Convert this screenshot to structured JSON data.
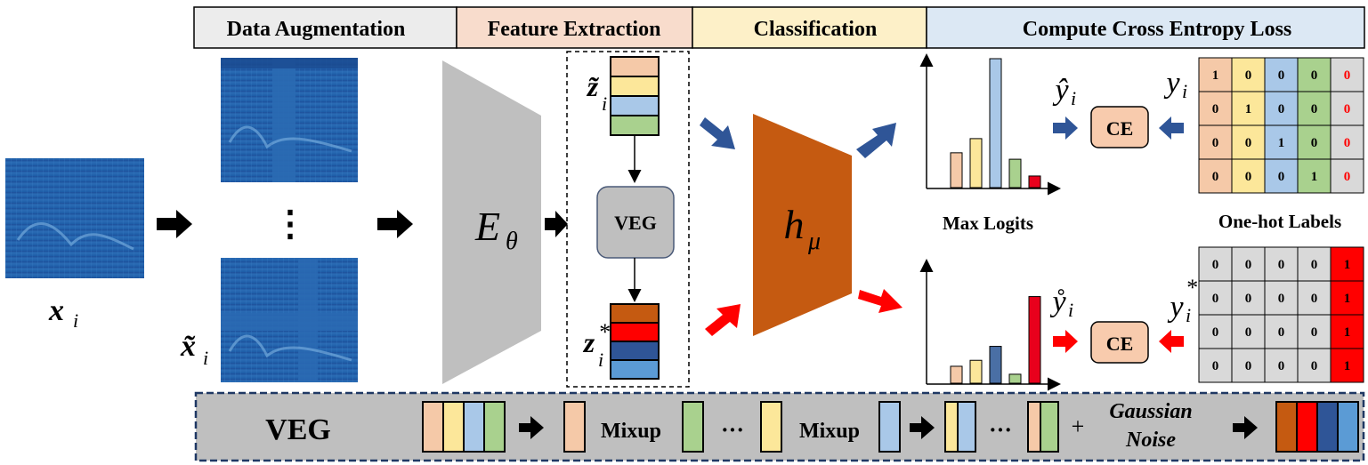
{
  "header": {
    "sections": [
      {
        "label": "Data Augmentation",
        "color": "#ececec"
      },
      {
        "label": "Feature Extraction",
        "color": "#f8dccc"
      },
      {
        "label": "Classification",
        "color": "#fdf0c8"
      },
      {
        "label": "Compute Cross Entropy  Loss",
        "color": "#dce8f4"
      }
    ]
  },
  "input": {
    "label": "x",
    "subscript": "i"
  },
  "augmented": {
    "label": "x̃",
    "subscript": "i",
    "ellipsis": "⋮"
  },
  "encoder": {
    "label": "E",
    "subscript": "θ"
  },
  "features": {
    "clean": {
      "label": "z̃",
      "subscript": "i"
    },
    "virtual": {
      "label": "z",
      "subscript": "i",
      "superscript": "*"
    },
    "veg_label": "VEG"
  },
  "classifier": {
    "label": "h",
    "subscript": "μ"
  },
  "top_branch": {
    "logits_caption": "Max Logits",
    "pred": {
      "label": "ŷ",
      "subscript": "i"
    },
    "target": {
      "label": "y",
      "subscript": "i"
    },
    "ce_label": "CE",
    "bar_values": [
      0.27,
      0.38,
      1.0,
      0.22,
      0.09
    ],
    "bar_colors": [
      "#f5c9a8",
      "#fce79a",
      "#a9c8e8",
      "#a9d18e",
      "#e8001c"
    ]
  },
  "bottom_branch": {
    "pred": {
      "label": "ẙ",
      "subscript": "i"
    },
    "target": {
      "label": "y",
      "subscript": "i",
      "superscript": "*"
    },
    "ce_label": "CE",
    "bar_values": [
      0.17,
      0.23,
      0.37,
      0.09,
      0.87
    ],
    "bar_colors": [
      "#f5c9a8",
      "#fce79a",
      "#4a6fa5",
      "#a9d18e",
      "#e8001c"
    ]
  },
  "one_hot": {
    "caption": "One-hot Labels",
    "rows": [
      [
        "1",
        "0",
        "0",
        "0",
        "0"
      ],
      [
        "0",
        "1",
        "0",
        "0",
        "0"
      ],
      [
        "0",
        "0",
        "1",
        "0",
        "0"
      ],
      [
        "0",
        "0",
        "0",
        "1",
        "0"
      ]
    ],
    "column_colors": [
      "#f5c9a8",
      "#fce79a",
      "#a9c8e8",
      "#a9d18e",
      "#d9d9d9"
    ]
  },
  "virtual_labels": {
    "rows": [
      [
        "0",
        "0",
        "0",
        "0",
        "1"
      ],
      [
        "0",
        "0",
        "0",
        "0",
        "1"
      ],
      [
        "0",
        "0",
        "0",
        "0",
        "1"
      ],
      [
        "0",
        "0",
        "0",
        "0",
        "1"
      ]
    ]
  },
  "veg_panel": {
    "title": "VEG",
    "mixup_1": "Mixup",
    "mixup_2": "Mixup",
    "dots_1": "···",
    "dots_2": "···",
    "plus": "+",
    "noise_line1": "Gaussian",
    "noise_line2": "Noise"
  },
  "colors": {
    "blue_arrow": "#2f5597",
    "red_arrow": "#ff0000",
    "encoder_gray": "#bfbfbf",
    "classifier_orange": "#c55a11",
    "ce_fill": "#f8cbad",
    "veg_box": "#bfbfbf"
  }
}
